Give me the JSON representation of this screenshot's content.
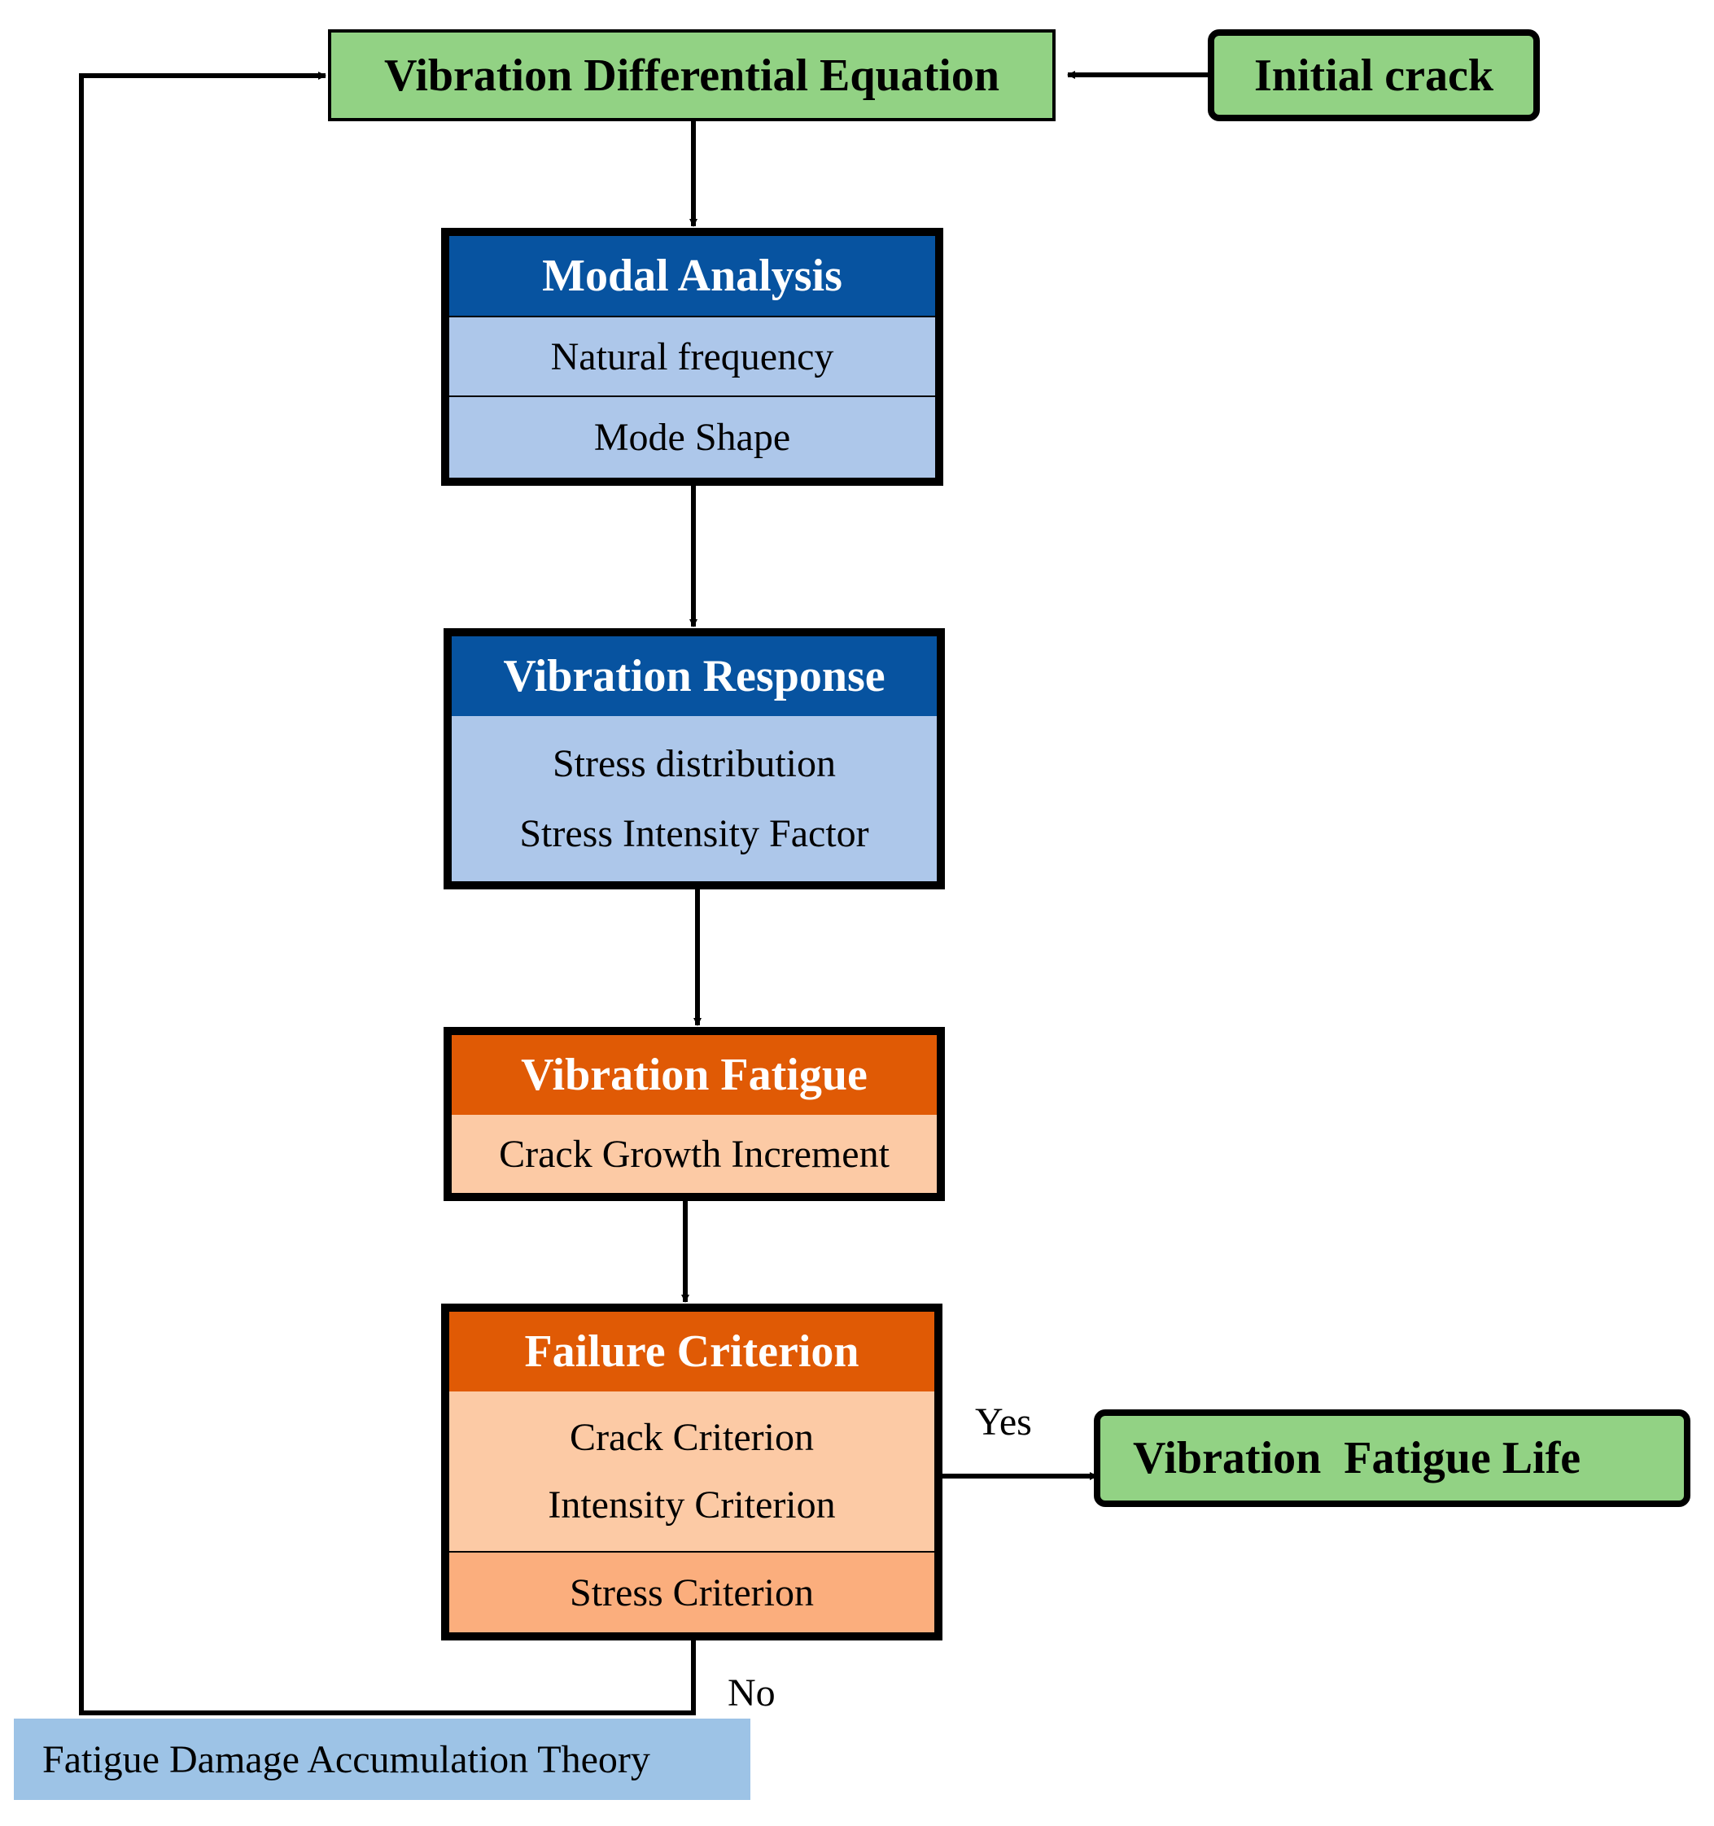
{
  "nodes": {
    "equation": {
      "label": "Vibration Differential Equation"
    },
    "initial_crack": {
      "label": "Initial crack"
    },
    "modal_analysis": {
      "title": "Modal Analysis",
      "rows": [
        "Natural frequency",
        "Mode Shape"
      ]
    },
    "vibration_response": {
      "title": "Vibration Response",
      "rows": [
        "Stress distribution",
        "Stress Intensity Factor"
      ]
    },
    "vibration_fatigue": {
      "title": "Vibration Fatigue",
      "rows": [
        "Crack Growth Increment"
      ]
    },
    "failure_criterion": {
      "title": "Failure Criterion",
      "rows": [
        "Crack Criterion",
        "Intensity Criterion",
        "Stress Criterion"
      ]
    },
    "fatigue_life": {
      "label": "Vibration  Fatigue Life"
    },
    "damage_theory": {
      "label": "Fatigue Damage Accumulation Theory"
    }
  },
  "edges": {
    "yes_label": "Yes",
    "no_label": "No"
  },
  "colors": {
    "green": "#92d284",
    "header_blue": "#0753a0",
    "row_light_blue": "#adc7ea",
    "header_orange": "#e05a05",
    "row_peach": "#fccaa5",
    "row_peach_dark": "#fbae7d",
    "theory_blue": "#9dc3e6"
  }
}
